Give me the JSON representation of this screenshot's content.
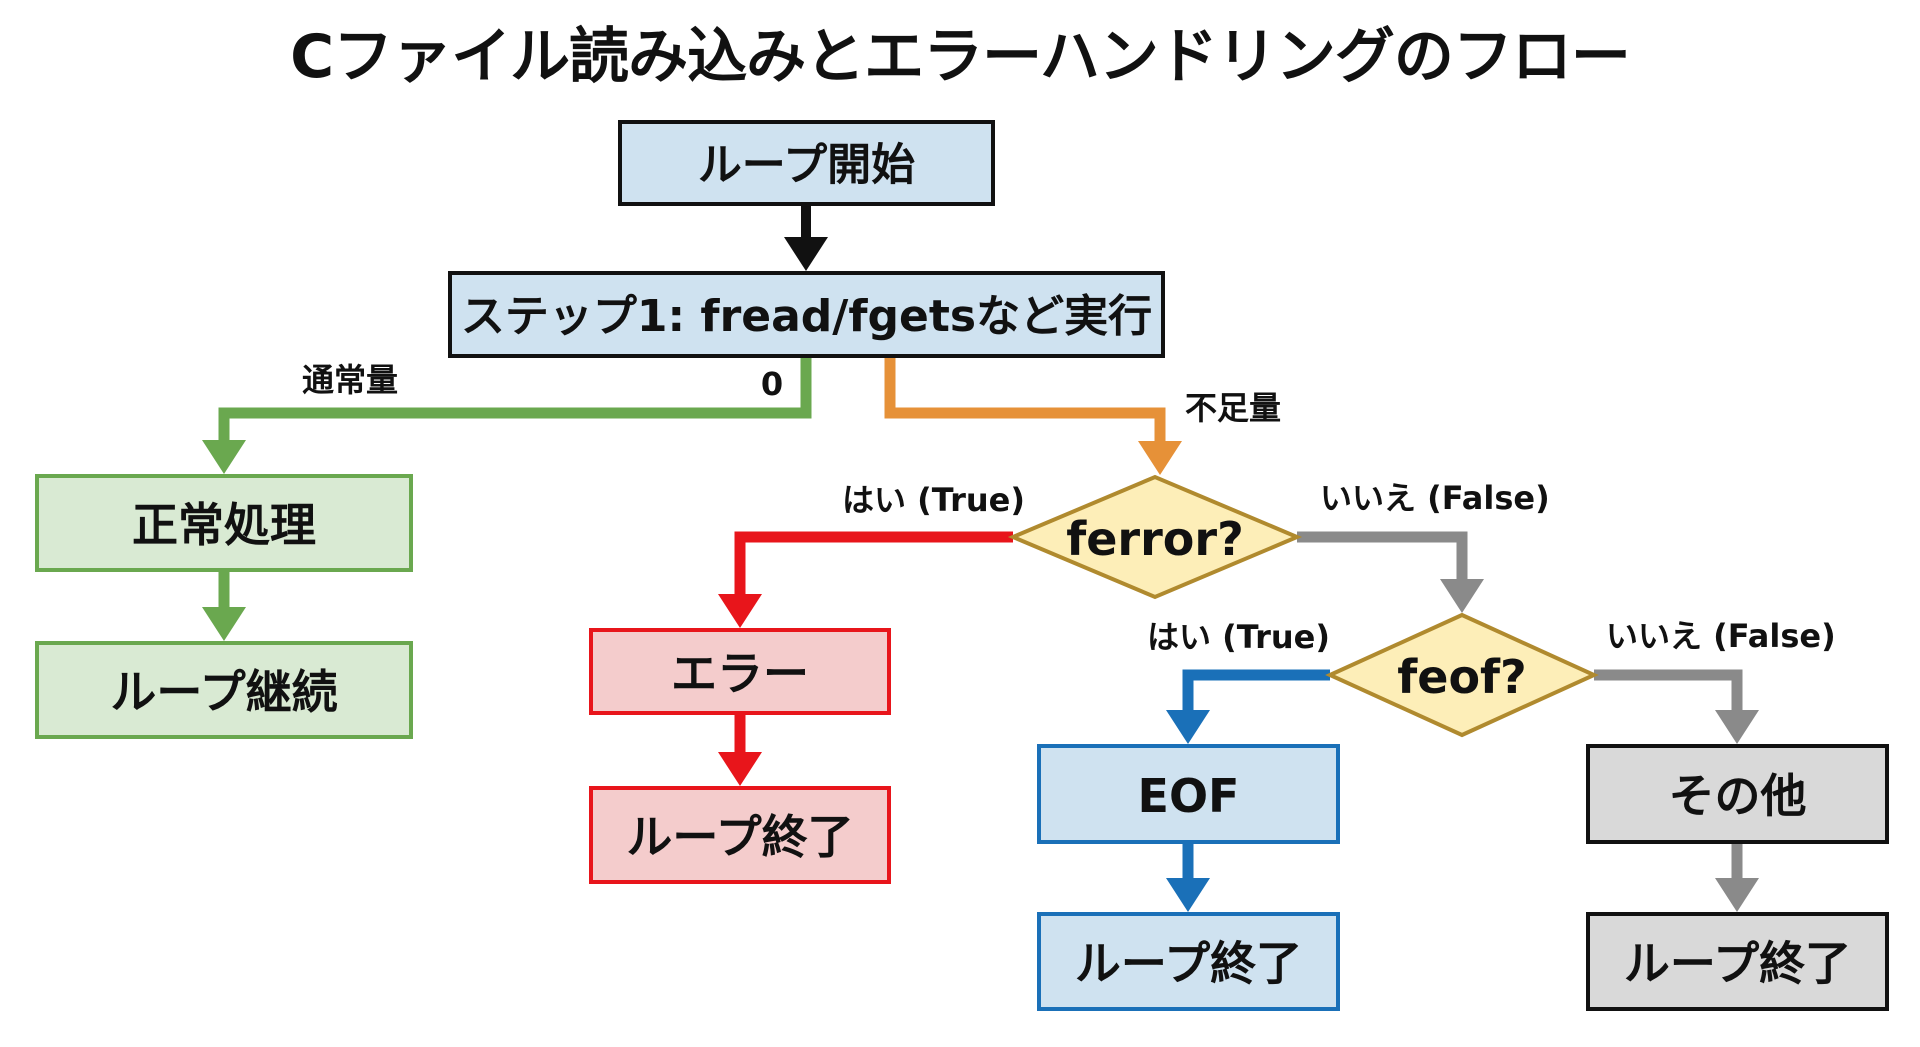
{
  "title": "Cファイル読み込みとエラーハンドリングのフロー",
  "colors": {
    "black": "#111111",
    "blue_fill": "#cfe2f0",
    "blue_stroke": "#1a70b8",
    "green_fill": "#d9ead3",
    "green_stroke": "#6aa84f",
    "red_fill": "#f4cccc",
    "red_stroke": "#e8151b",
    "gray_fill": "#d9d9d9",
    "gray_stroke": "#8a8a8a",
    "orange": "#e69138",
    "diamond_fill": "#fdeeb8",
    "diamond_stroke": "#b08a2e"
  },
  "nodes": [
    {
      "id": "loop-start",
      "label": "ループ開始",
      "shape": "rect",
      "theme": "start"
    },
    {
      "id": "step1",
      "label": "ステップ1: fread/fgetsなど実行",
      "shape": "rect",
      "theme": "start"
    },
    {
      "id": "normal",
      "label": "正常処理",
      "shape": "rect",
      "theme": "green"
    },
    {
      "id": "continue",
      "label": "ループ継続",
      "shape": "rect",
      "theme": "green"
    },
    {
      "id": "ferror",
      "label": "ferror?",
      "shape": "diamond",
      "theme": "decision"
    },
    {
      "id": "error",
      "label": "エラー",
      "shape": "rect",
      "theme": "red"
    },
    {
      "id": "end-red",
      "label": "ループ終了",
      "shape": "rect",
      "theme": "red"
    },
    {
      "id": "feof",
      "label": "feof?",
      "shape": "diamond",
      "theme": "decision"
    },
    {
      "id": "eof",
      "label": "EOF",
      "shape": "rect",
      "theme": "blue"
    },
    {
      "id": "end-blue",
      "label": "ループ終了",
      "shape": "rect",
      "theme": "blue"
    },
    {
      "id": "other",
      "label": "その他",
      "shape": "rect",
      "theme": "gray"
    },
    {
      "id": "end-gray",
      "label": "ループ終了",
      "shape": "rect",
      "theme": "gray"
    }
  ],
  "edges": [
    {
      "from": "loop-start",
      "to": "step1",
      "color": "black",
      "label": ""
    },
    {
      "from": "step1",
      "to": "normal",
      "color": "green",
      "label": "通常量",
      "label2": "0"
    },
    {
      "from": "normal",
      "to": "continue",
      "color": "green",
      "label": ""
    },
    {
      "from": "step1",
      "to": "ferror",
      "color": "orange",
      "label": "不足量"
    },
    {
      "from": "ferror",
      "to": "error",
      "color": "red",
      "label": "はい (True)"
    },
    {
      "from": "error",
      "to": "end-red",
      "color": "red",
      "label": ""
    },
    {
      "from": "ferror",
      "to": "feof",
      "color": "gray",
      "label": "いいえ (False)"
    },
    {
      "from": "feof",
      "to": "eof",
      "color": "blue",
      "label": "はい (True)"
    },
    {
      "from": "eof",
      "to": "end-blue",
      "color": "blue",
      "label": ""
    },
    {
      "from": "feof",
      "to": "other",
      "color": "gray",
      "label": "いいえ (False)"
    },
    {
      "from": "other",
      "to": "end-gray",
      "color": "gray",
      "label": ""
    }
  ]
}
